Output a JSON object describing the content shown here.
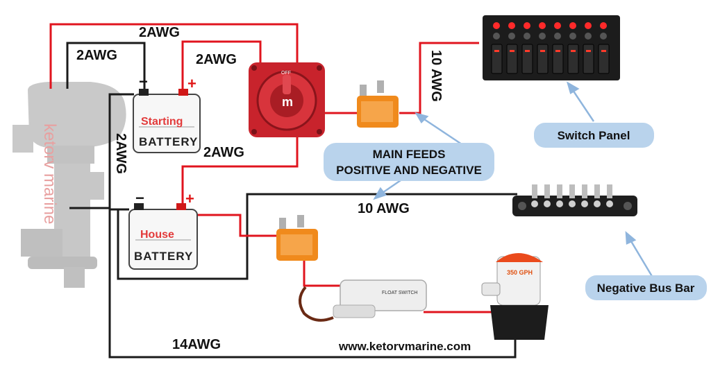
{
  "labels": {
    "wire_top": "2AWG",
    "wire_left_top": "2AWG",
    "wire_batt_to_switch": "2AWG",
    "wire_vertical_neg": "2AWG",
    "wire_switch_to_house": "2AWG",
    "wire_switch_panel": "10 AWG",
    "wire_negative_bus": "10 AWG",
    "wire_bottom": "14AWG"
  },
  "batteries": {
    "starting": {
      "name": "Starting",
      "word": "BATTERY",
      "neg": "−",
      "pos": "+"
    },
    "house": {
      "name": "House",
      "word": "BATTERY",
      "neg": "−",
      "pos": "+"
    }
  },
  "switch": {
    "center_letter": "m",
    "off_label": "OFF"
  },
  "callouts": {
    "switch_panel": "Switch Panel",
    "main_feeds_line1": "MAIN FEEDS",
    "main_feeds_line2": "POSITIVE AND NEGATIVE",
    "negative_bus": "Negative Bus Bar"
  },
  "float_switch_label": "FLOAT SWITCH",
  "pump_label": "350 GPH",
  "watermark": "ketorv marine",
  "website": "www.ketorvmarine.com",
  "colors": {
    "positive_wire": "#e0141e",
    "negative_wire": "#1a1a1a",
    "callout_fill": "#b9d3ec",
    "fuse": "#f08a1c",
    "switch_red": "#c8232c"
  }
}
